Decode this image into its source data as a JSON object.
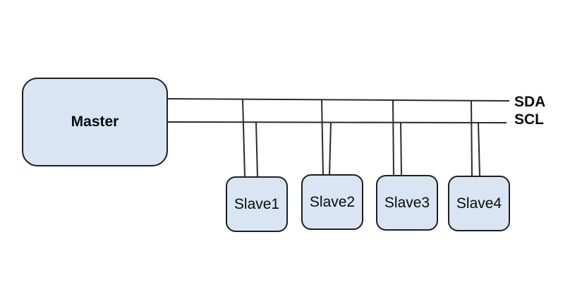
{
  "diagram": {
    "master": {
      "label": "Master"
    },
    "slaves": [
      {
        "label": "Slave1"
      },
      {
        "label": "Slave2"
      },
      {
        "label": "Slave3"
      },
      {
        "label": "Slave4"
      }
    ],
    "bus": {
      "sda_label": "SDA",
      "scl_label": "SCL"
    }
  },
  "colors": {
    "background": "#ffffff",
    "node_fill": "#d9e5f3",
    "node_border": "#1f1f1f",
    "line": "#2b2b2b",
    "text": "#0a0a0a"
  }
}
